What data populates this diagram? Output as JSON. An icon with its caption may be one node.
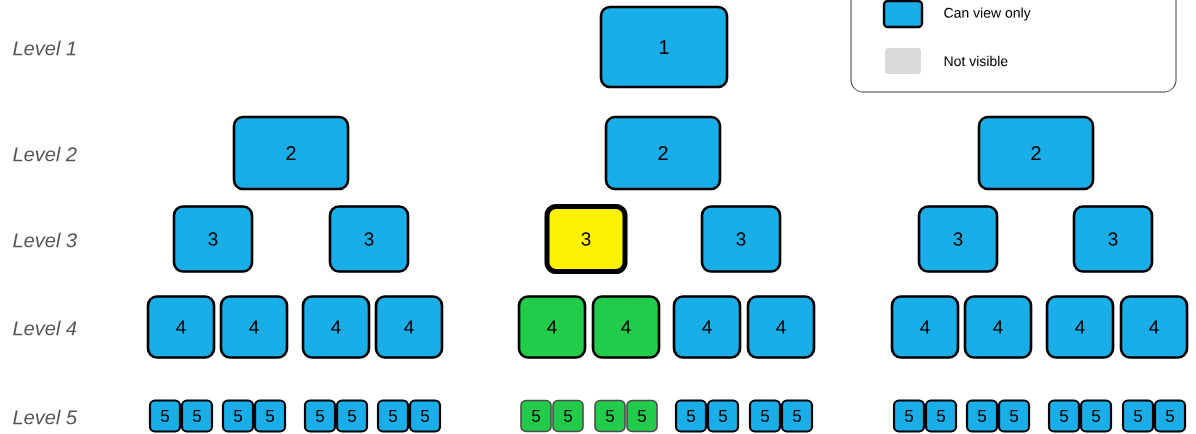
{
  "diagram": {
    "nodes": [
      {
        "text": [
          "1"
        ]
      },
      {
        "text": [
          "2"
        ]
      },
      {
        "text": [
          "2"
        ]
      },
      {
        "text": [
          "2"
        ]
      },
      {
        "text": [
          "3"
        ]
      },
      {
        "text": [
          "3"
        ]
      },
      {
        "text": [
          "3"
        ]
      },
      {
        "text": [
          "3"
        ]
      },
      {
        "text": [
          "3"
        ]
      },
      {
        "text": [
          "3"
        ]
      },
      {
        "text": [
          "4"
        ]
      },
      {
        "text": [
          "4"
        ]
      },
      {
        "text": [
          "4"
        ]
      },
      {
        "text": [
          "4"
        ]
      },
      {
        "text": [
          "4"
        ]
      },
      {
        "text": [
          "4"
        ]
      },
      {
        "text": [
          "4"
        ]
      },
      {
        "text": [
          "4"
        ]
      },
      {
        "text": [
          "4"
        ]
      },
      {
        "text": [
          "4"
        ]
      },
      {
        "text": [
          "4"
        ]
      },
      {
        "text": [
          "4"
        ]
      },
      {
        "text": [
          "5"
        ]
      },
      {
        "text": [
          "5"
        ]
      },
      {
        "text": [
          "5"
        ]
      },
      {
        "text": [
          "5"
        ]
      },
      {
        "text": [
          "5"
        ]
      },
      {
        "text": [
          "5"
        ]
      },
      {
        "text": [
          "5"
        ]
      },
      {
        "text": [
          "5"
        ]
      },
      {
        "text": [
          "5"
        ]
      },
      {
        "text": [
          "5"
        ]
      },
      {
        "text": [
          "5"
        ]
      },
      {
        "text": [
          "5"
        ]
      },
      {
        "text": [
          "5"
        ]
      },
      {
        "text": [
          "5"
        ]
      },
      {
        "text": [
          "5"
        ]
      },
      {
        "text": [
          "5"
        ]
      },
      {
        "text": [
          "5"
        ]
      },
      {
        "text": [
          "5"
        ]
      },
      {
        "text": [
          "5"
        ]
      },
      {
        "text": [
          "5"
        ]
      },
      {
        "text": [
          "5"
        ]
      },
      {
        "text": [
          "5"
        ]
      },
      {
        "text": [
          "5"
        ]
      },
      {
        "text": [
          "5"
        ]
      }
    ],
    "labels": [
      "Level 1",
      "Level 2",
      "Level 3",
      "Level 4",
      "Level 5"
    ],
    "legend": [
      {
        "text": "Can view only",
        "color": "#1aaee8"
      },
      {
        "text": "Not visible",
        "color": "#d9d9d9"
      }
    ]
  }
}
